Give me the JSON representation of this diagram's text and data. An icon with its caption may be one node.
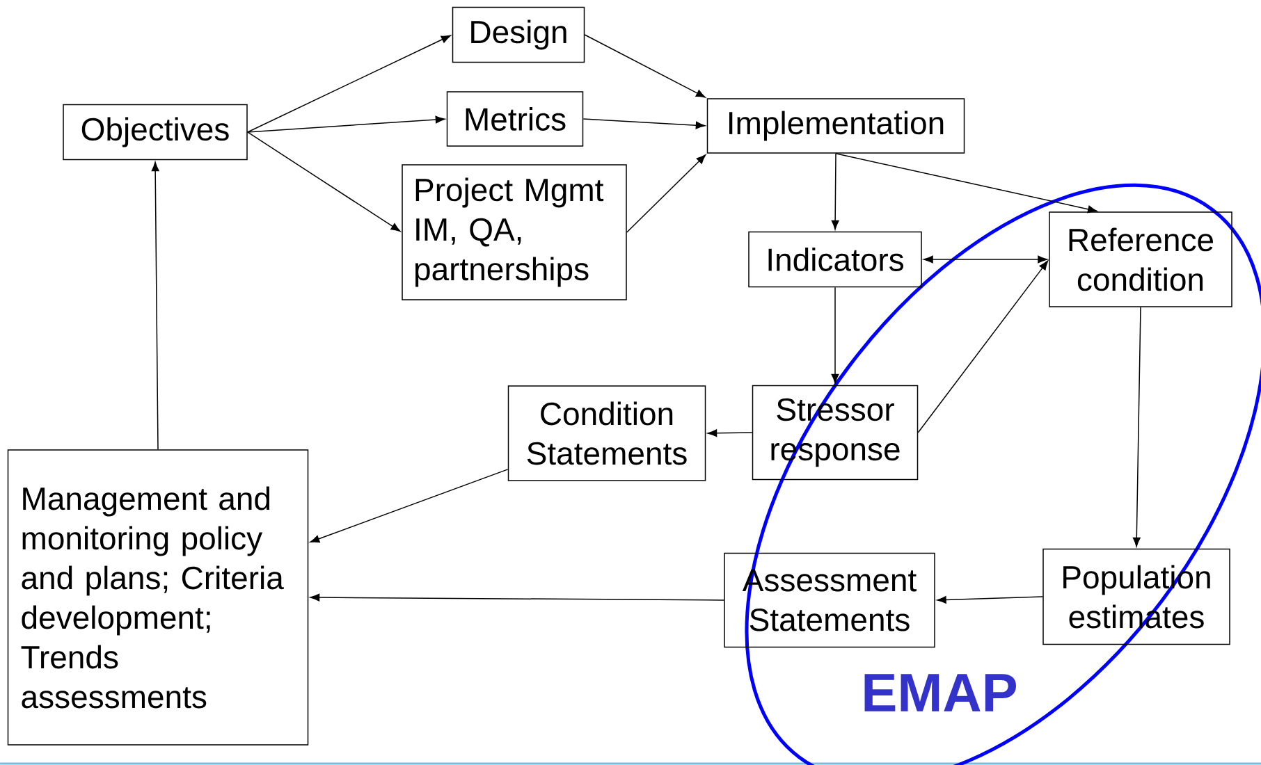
{
  "diagram": {
    "nodes": [
      {
        "text": [
          "Design"
        ]
      },
      {
        "text": [
          "Metrics"
        ]
      },
      {
        "text": [
          "Objectives"
        ]
      },
      {
        "text": [
          "Implementation"
        ]
      },
      {
        "text": [
          "Project Mgmt IM, QA, partnerships"
        ]
      },
      {
        "text": [
          "Indicators"
        ]
      },
      {
        "text": [
          "Reference condition"
        ]
      },
      {
        "text": [
          "Condition Statements"
        ]
      },
      {
        "text": [
          "Stressor response"
        ]
      },
      {
        "text": [
          "Management and monitoring policy and plans; Criteria development; Trends assessments"
        ]
      },
      {
        "text": [
          "Assessment Statements"
        ]
      },
      {
        "text": [
          "Population estimates"
        ]
      }
    ],
    "labels": [
      "EMAP"
    ],
    "edges": [
      {
        "from": 2,
        "to": 0,
        "arrow": "to"
      },
      {
        "from": 2,
        "to": 1,
        "arrow": "to"
      },
      {
        "from": 2,
        "to": 4,
        "arrow": "to"
      },
      {
        "from": 0,
        "to": 3,
        "arrow": "to"
      },
      {
        "from": 1,
        "to": 3,
        "arrow": "to"
      },
      {
        "from": 4,
        "to": 3,
        "arrow": "to"
      },
      {
        "from": 3,
        "to": 5,
        "arrow": "to"
      },
      {
        "from": 3,
        "to": 6,
        "arrow": "to"
      },
      {
        "from": 5,
        "to": 6,
        "arrow": "both"
      },
      {
        "from": 5,
        "to": 8,
        "arrow": "to"
      },
      {
        "from": 8,
        "to": 6,
        "arrow": "to"
      },
      {
        "from": 8,
        "to": 7,
        "arrow": "to"
      },
      {
        "from": 7,
        "to": 9,
        "arrow": "to"
      },
      {
        "from": 6,
        "to": 11,
        "arrow": "to"
      },
      {
        "from": 11,
        "to": 10,
        "arrow": "to"
      },
      {
        "from": 10,
        "to": 9,
        "arrow": "to"
      },
      {
        "from": 9,
        "to": 2,
        "arrow": "to"
      }
    ]
  }
}
